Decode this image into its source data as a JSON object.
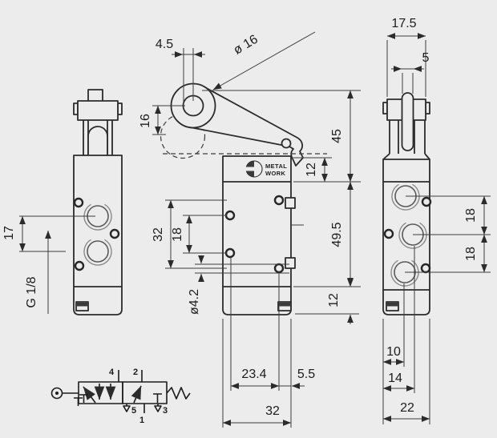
{
  "colors": {
    "background": "#ececec",
    "line": "#2b2b2b",
    "dim_line": "#3c3c3c"
  },
  "logo": {
    "line1": "METAL",
    "line2": "WORK"
  },
  "dims": {
    "front_roller_offset": "4.5",
    "front_roller_dia": "ø 16",
    "front_roller_travel": "16",
    "front_top_height": "45",
    "front_band_height": "12",
    "front_body_height": "49.5",
    "front_bottom_height": "12",
    "front_hole_span_v": "32",
    "front_hole_pitch_v": "18",
    "front_hole_dia": "ø4.2",
    "front_hole_span_h": "23.4",
    "front_hole_edge": "5.5",
    "front_width": "32",
    "left_port_pitch": "17",
    "left_thread": "G 1/8",
    "right_head_width": "17.5",
    "right_roller_width": "5",
    "right_port_pitch_upper": "18",
    "right_port_pitch_lower": "18",
    "right_hole_offset": "10",
    "right_port_offset": "14",
    "right_width": "22"
  },
  "symbol": {
    "port_top_left": "4",
    "port_top_right": "2",
    "port_bottom_left": "5",
    "port_bottom_mid": "1",
    "port_bottom_right": "3"
  }
}
